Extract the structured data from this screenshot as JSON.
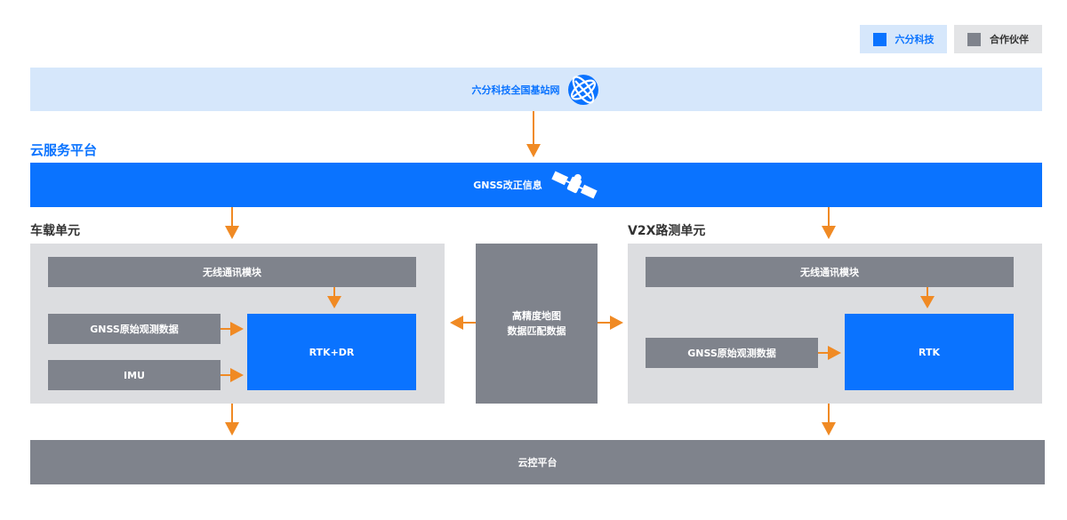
{
  "legend": {
    "own": {
      "label": "六分科技",
      "color": "#0a73ff"
    },
    "partner": {
      "label": "合作伙伴",
      "color": "#7f838c"
    }
  },
  "station_network": {
    "label": "六分科技全国基站网",
    "icon": "globe-icon"
  },
  "cloud_service": {
    "title": "云服务平台",
    "bar_label": "GNSS改正信息",
    "icon": "satellite-icon"
  },
  "vehicle_unit": {
    "title": "车载单元",
    "wireless": "无线通讯模块",
    "gnss": "GNSS原始观测数据",
    "imu": "IMU",
    "core": "RTK+DR"
  },
  "hd_map": {
    "line1": "高精度地图",
    "line2": "数据匹配数据"
  },
  "v2x_unit": {
    "title": "V2X路测单元",
    "wireless": "无线通讯模块",
    "gnss": "GNSS原始观测数据",
    "core": "RTK"
  },
  "cloud_control": {
    "label": "云控平台"
  },
  "colors": {
    "arrow": "#f08a24",
    "light_blue": "#d6e7fb",
    "blue": "#0a73ff",
    "gray": "#7f838c",
    "panel": "#dcdde0"
  }
}
